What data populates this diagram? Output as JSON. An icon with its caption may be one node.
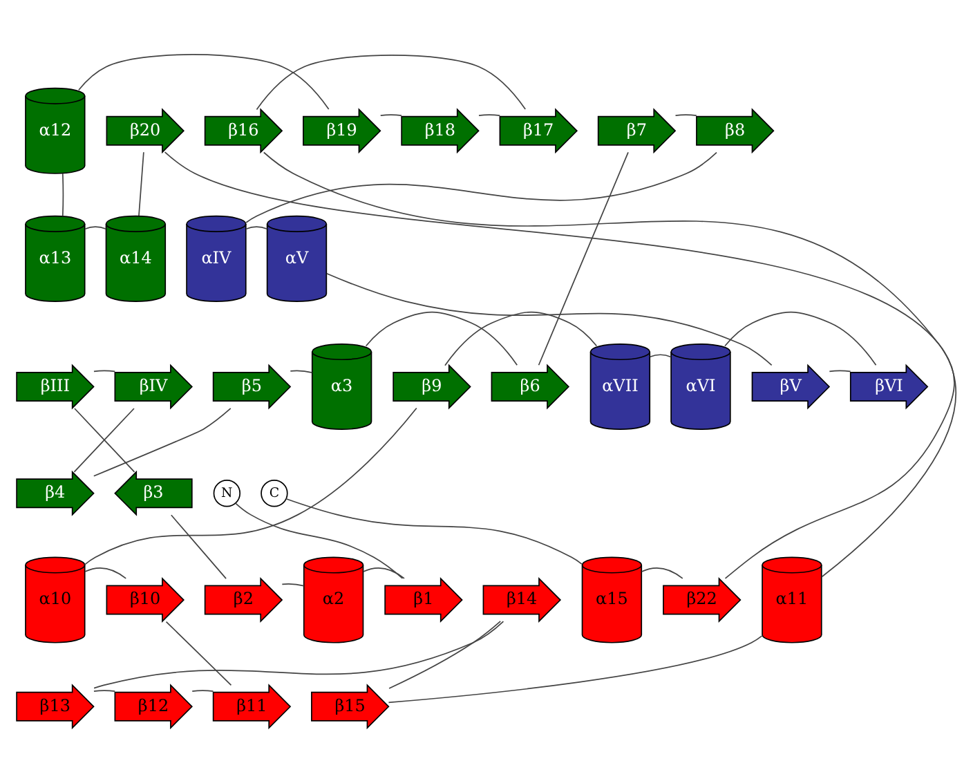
{
  "diagram": {
    "nodes": [
      {
        "text": [
          "α12"
        ]
      },
      {
        "text": [
          "β20"
        ]
      },
      {
        "text": [
          "β16"
        ]
      },
      {
        "text": [
          "β18"
        ]
      },
      {
        "text": [
          "β19"
        ]
      },
      {
        "text": [
          "β17"
        ]
      },
      {
        "text": [
          "β7"
        ]
      },
      {
        "text": [
          "β8"
        ]
      },
      {
        "text": [
          "α13"
        ]
      },
      {
        "text": [
          "α14"
        ]
      },
      {
        "text": [
          "αIV"
        ]
      },
      {
        "text": [
          "αV"
        ]
      },
      {
        "text": [
          "βIV"
        ]
      },
      {
        "text": [
          "β5"
        ]
      },
      {
        "text": [
          "α3"
        ]
      },
      {
        "text": [
          "β9"
        ]
      },
      {
        "text": [
          "β6"
        ]
      },
      {
        "text": [
          "αVII"
        ]
      },
      {
        "text": [
          "βIII"
        ]
      },
      {
        "text": [
          "βV"
        ]
      },
      {
        "text": [
          "αVI"
        ]
      },
      {
        "text": [
          "βVI"
        ]
      },
      {
        "text": [
          "β4"
        ]
      },
      {
        "text": [
          "β3"
        ]
      },
      {
        "text": [
          "N"
        ]
      },
      {
        "text": [
          "C"
        ]
      },
      {
        "text": [
          "α10"
        ]
      },
      {
        "text": [
          "β10"
        ]
      },
      {
        "text": [
          "β2"
        ]
      },
      {
        "text": [
          "α2"
        ]
      },
      {
        "text": [
          "β1"
        ]
      },
      {
        "text": [
          "β14"
        ]
      },
      {
        "text": [
          "α15"
        ]
      },
      {
        "text": [
          "β22"
        ]
      },
      {
        "text": [
          "α11"
        ]
      },
      {
        "text": [
          "β13"
        ]
      },
      {
        "text": [
          "β12"
        ]
      },
      {
        "text": [
          "β11"
        ]
      },
      {
        "text": [
          "β15"
        ]
      }
    ],
    "edges": [
      {
        "from": 24,
        "to": 30,
        "arrow": "none"
      },
      {
        "from": 30,
        "to": 29,
        "arrow": "none"
      },
      {
        "from": 29,
        "to": 28,
        "arrow": "none"
      },
      {
        "from": 28,
        "to": 23,
        "arrow": "none"
      },
      {
        "from": 23,
        "to": 18,
        "arrow": "none"
      },
      {
        "from": 18,
        "to": 12,
        "arrow": "none"
      },
      {
        "from": 12,
        "to": 22,
        "arrow": "none"
      },
      {
        "from": 22,
        "to": 13,
        "arrow": "none"
      },
      {
        "from": 13,
        "to": 14,
        "arrow": "none"
      },
      {
        "from": 14,
        "to": 16,
        "arrow": "none"
      },
      {
        "from": 16,
        "to": 6,
        "arrow": "none"
      },
      {
        "from": 6,
        "to": 7,
        "arrow": "none"
      },
      {
        "from": 7,
        "to": 10,
        "arrow": "none"
      },
      {
        "from": 10,
        "to": 11,
        "arrow": "none"
      },
      {
        "from": 11,
        "to": 19,
        "arrow": "none"
      },
      {
        "from": 19,
        "to": 21,
        "arrow": "none"
      },
      {
        "from": 21,
        "to": 20,
        "arrow": "none"
      },
      {
        "from": 20,
        "to": 17,
        "arrow": "none"
      },
      {
        "from": 17,
        "to": 15,
        "arrow": "none"
      },
      {
        "from": 15,
        "to": 26,
        "arrow": "none"
      },
      {
        "from": 26,
        "to": 27,
        "arrow": "none"
      },
      {
        "from": 27,
        "to": 37,
        "arrow": "none"
      },
      {
        "from": 37,
        "to": 36,
        "arrow": "none"
      },
      {
        "from": 36,
        "to": 35,
        "arrow": "none"
      },
      {
        "from": 35,
        "to": 31,
        "arrow": "none"
      },
      {
        "from": 31,
        "to": 38,
        "arrow": "none"
      },
      {
        "from": 38,
        "to": 34,
        "arrow": "none"
      },
      {
        "from": 34,
        "to": 2,
        "arrow": "none"
      },
      {
        "from": 2,
        "to": 5,
        "arrow": "none"
      },
      {
        "from": 5,
        "to": 3,
        "arrow": "none"
      },
      {
        "from": 3,
        "to": 4,
        "arrow": "none"
      },
      {
        "from": 4,
        "to": 0,
        "arrow": "none"
      },
      {
        "from": 0,
        "to": 8,
        "arrow": "none"
      },
      {
        "from": 8,
        "to": 9,
        "arrow": "none"
      },
      {
        "from": 9,
        "to": 1,
        "arrow": "none"
      },
      {
        "from": 1,
        "to": 33,
        "arrow": "none"
      },
      {
        "from": 33,
        "to": 32,
        "arrow": "none"
      },
      {
        "from": 32,
        "to": 25,
        "arrow": "none"
      }
    ]
  }
}
